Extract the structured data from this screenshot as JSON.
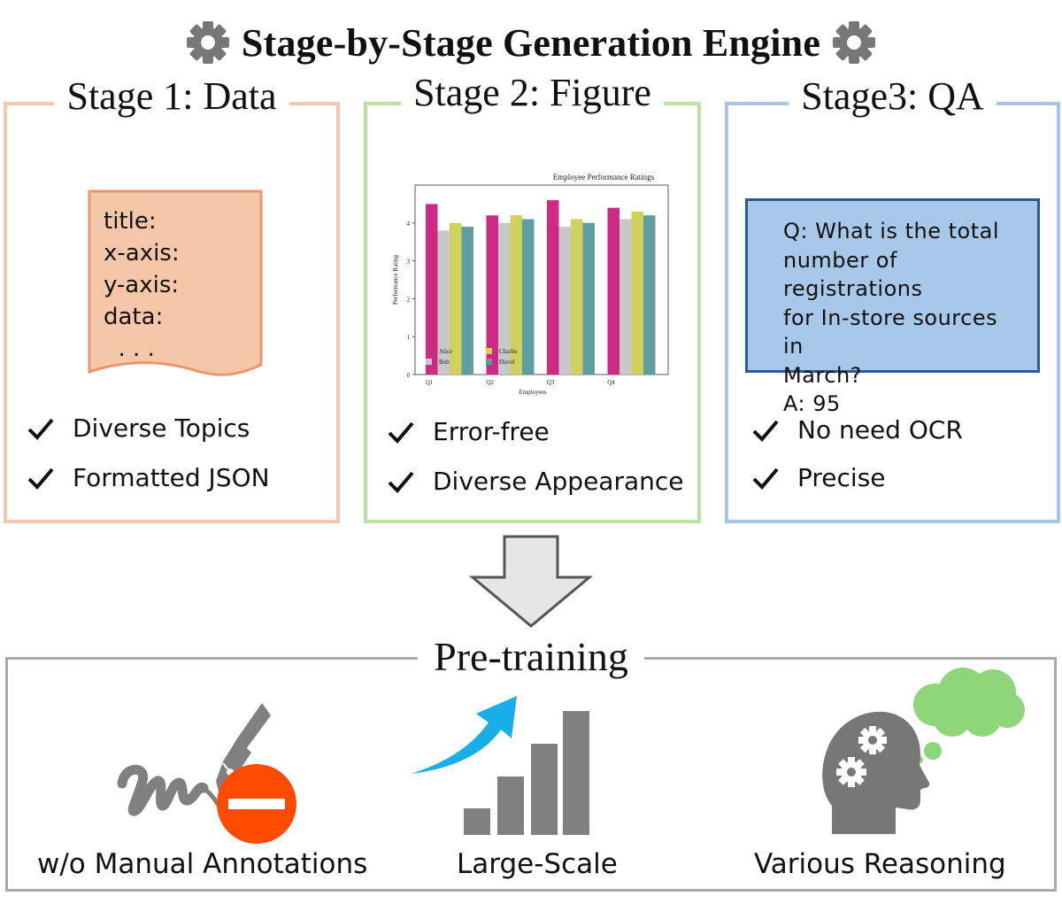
{
  "title": "Stage-by-Stage Generation Engine",
  "stages": [
    {
      "heading": "Stage 1: Data",
      "document_lines": [
        "title:",
        "x-axis:",
        "y-axis:",
        "data:",
        "  . . ."
      ],
      "checks": [
        "Diverse Topics",
        "Formatted JSON"
      ]
    },
    {
      "heading": "Stage 2: Figure",
      "checks": [
        "Error-free",
        "Diverse Appearance"
      ]
    },
    {
      "heading": "Stage3: QA",
      "qa_lines": [
        "Q: What is the total",
        "number of registrations",
        "for In-store sources in",
        "March?",
        "A: 95"
      ],
      "checks": [
        "No need OCR",
        "Precise"
      ]
    }
  ],
  "pretraining": {
    "heading": "Pre-training",
    "features": [
      "w/o Manual Annotations",
      "Large-Scale",
      "Various Reasoning"
    ]
  },
  "chart_data": {
    "type": "bar",
    "title": "Employee Performance Ratings",
    "xlabel": "Employees",
    "ylabel": "Performance Rating",
    "categories": [
      "Q1",
      "Q2",
      "Q3",
      "Q4"
    ],
    "ylim": [
      0,
      5
    ],
    "yticks": [
      0,
      1,
      2,
      3,
      4
    ],
    "legend_placement": "bottom-left",
    "series": [
      {
        "name": "Alice",
        "color": "#cd2a86",
        "values": [
          4.5,
          4.2,
          4.6,
          4.4
        ]
      },
      {
        "name": "Bob",
        "color": "#c8c8c8",
        "values": [
          3.8,
          4.0,
          3.9,
          4.1
        ]
      },
      {
        "name": "Charlie",
        "color": "#cfd15c",
        "values": [
          4.0,
          4.2,
          4.1,
          4.3
        ]
      },
      {
        "name": "David",
        "color": "#5e9ea0",
        "values": [
          3.9,
          4.1,
          4.0,
          4.2
        ]
      }
    ]
  },
  "colors": {
    "stage1_border": "#f6c6ad",
    "stage2_border": "#b9e2a3",
    "stage3_border": "#a7c6e8",
    "document_fill": "#f5c6a8",
    "qa_fill": "#a8c8ea",
    "arrow_fill": "#e6e6e6",
    "growth_arrow": "#19aeea",
    "no_entry": "#ff4b00",
    "thought_cloud": "#8fd67a",
    "gray_icon": "#808080"
  },
  "icons": [
    "gear-icon",
    "checkmark-icon",
    "down-arrow-icon",
    "signature-pen-icon",
    "no-entry-icon",
    "growth-arrow-icon",
    "bar-steps-icon",
    "head-gears-icon",
    "thought-cloud-icon"
  ]
}
